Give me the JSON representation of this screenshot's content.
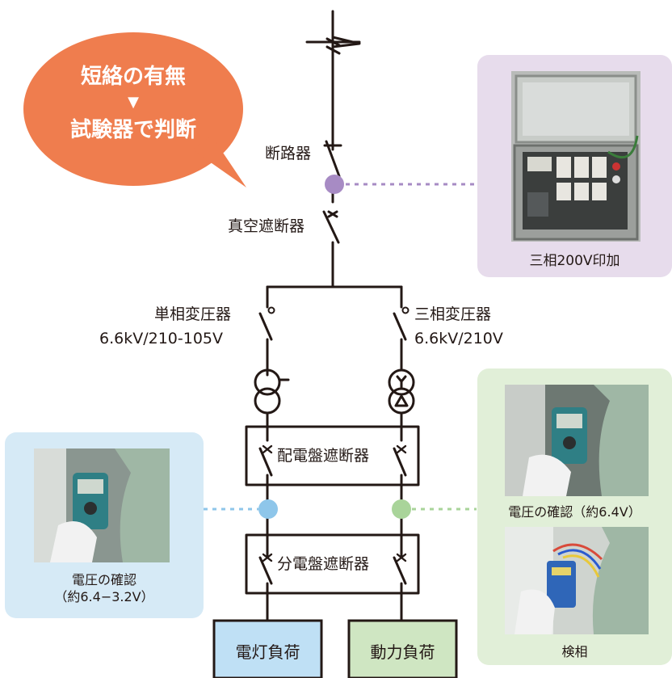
{
  "bubble": {
    "line1": "短絡の有無",
    "arrow": "▼",
    "line2": "試験器で判断"
  },
  "labels": {
    "disconnector": "断路器",
    "vcb": "真空遮断器",
    "single_phase_tr": "単相変圧器",
    "single_phase_tr_rating": "6.6kV/210-105V",
    "three_phase_tr": "三相変圧器",
    "three_phase_tr_rating": "6.6kV/210V",
    "distribution_board_breaker": "配電盤遮断器",
    "branch_board_breaker": "分電盤遮断器",
    "lighting_load": "電灯負荷",
    "power_load": "動力負荷"
  },
  "panels": {
    "tester_caption": "三相200V印加",
    "left_caption_line1": "電圧の確認",
    "left_caption_line2": "（約6.4−3.2V）",
    "right_caption_voltage": "電圧の確認（約6.4V）",
    "right_caption_phase": "検相"
  },
  "colors": {
    "bubble": "#ef7d4e",
    "tester_panel": "#e7dcec",
    "left_panel": "#d6eaf6",
    "right_panel": "#e1efd8",
    "lighting_box": "#bfe0f5",
    "power_box": "#cfe6c2",
    "purple_marker": "#a78bc4",
    "blue_marker": "#8ec6ea",
    "green_marker": "#a9d49a"
  }
}
